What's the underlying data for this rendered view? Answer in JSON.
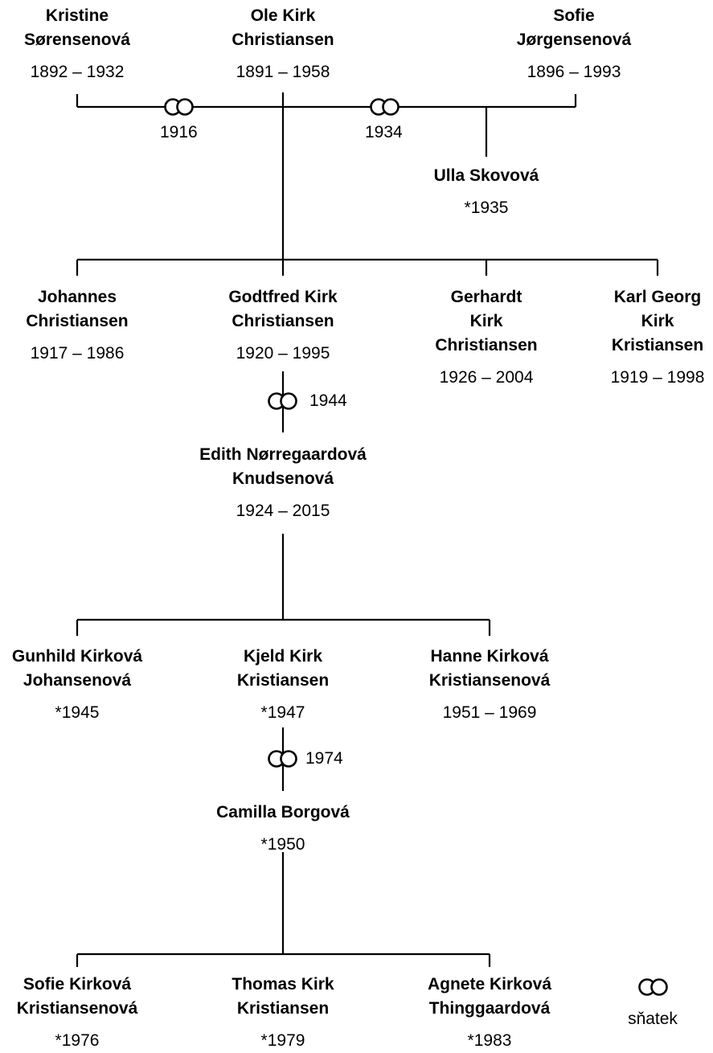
{
  "people": {
    "kristine": {
      "name": "Kristine\nSørensenová",
      "dates": "1892 – 1932"
    },
    "ole": {
      "name": "Ole Kirk\nChristiansen",
      "dates": "1891 – 1958"
    },
    "sofie_j": {
      "name": "Sofie\nJørgensenová",
      "dates": "1896 – 1993"
    },
    "ulla": {
      "name": "Ulla Skovová",
      "dates": "*1935"
    },
    "johannes": {
      "name": "Johannes\nChristiansen",
      "dates": "1917 – 1986"
    },
    "godtfred": {
      "name": "Godtfred Kirk\nChristiansen",
      "dates": "1920 – 1995"
    },
    "gerhardt": {
      "name": "Gerhardt\nKirk\nChristiansen",
      "dates": "1926 – 2004"
    },
    "karl": {
      "name": "Karl Georg\nKirk\nKristiansen",
      "dates": "1919 – 1998"
    },
    "edith": {
      "name": "Edith Nørregaardová\nKnudsenová",
      "dates": "1924 – 2015"
    },
    "gunhild": {
      "name": "Gunhild Kirková\nJohansenová",
      "dates": "*1945"
    },
    "kjeld": {
      "name": "Kjeld Kirk\nKristiansen",
      "dates": "*1947"
    },
    "hanne": {
      "name": "Hanne Kirková\nKristiansenová",
      "dates": "1951 – 1969"
    },
    "camilla": {
      "name": "Camilla Borgová",
      "dates": "*1950"
    },
    "sofie_k": {
      "name": "Sofie Kirková\nKristiansenová",
      "dates": "*1976"
    },
    "thomas": {
      "name": "Thomas Kirk\nKristiansen",
      "dates": "*1979"
    },
    "agnete": {
      "name": "Agnete Kirková\nThinggaardová",
      "dates": "*1983"
    }
  },
  "marriages": {
    "m1916": "1916",
    "m1934": "1934",
    "m1944": "1944",
    "m1974": "1974"
  },
  "legend": {
    "label": "sňatek",
    "icon": "rings-icon"
  },
  "colors": {
    "line": "#000000",
    "background": "#ffffff"
  }
}
